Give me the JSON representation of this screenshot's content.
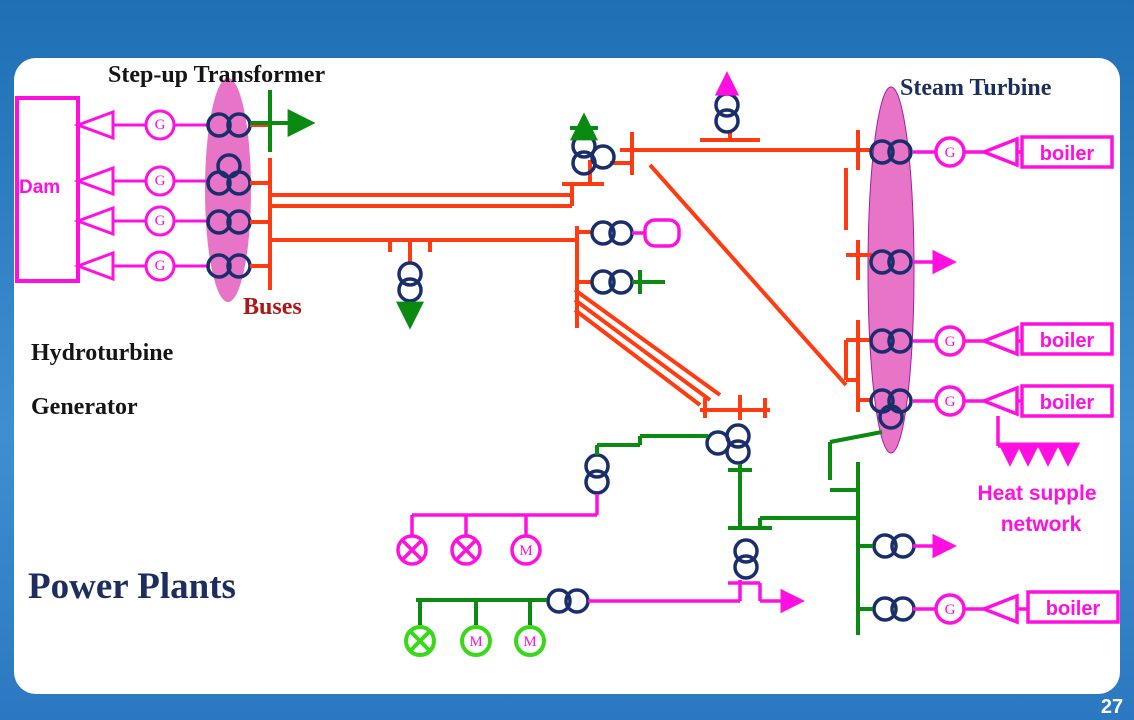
{
  "labels": {
    "step_up_transformer": "Step-up Transformer",
    "steam_turbine": "Steam Turbine",
    "dam": "Dam",
    "buses": "Buses",
    "hydroturbine": "Hydroturbine",
    "generator": "Generator",
    "heat_supply": [
      "Heat supple",
      "network"
    ],
    "title": "Power Plants",
    "page_number": "27",
    "boiler": "boiler",
    "generator_symbol": "G",
    "motor_symbol": "M"
  },
  "colors": {
    "background": "#2a78c0",
    "hydro": "#ff10e0",
    "bus_red": "#ff3b12",
    "line_green": "#0a8a10",
    "load_green": "#3ad81a",
    "transformer": "#1a2e6c",
    "label_dark": "#151515",
    "label_maroon": "#b01616",
    "heading_blue": "#1c2e5e",
    "oval_fill": "#e874c8"
  },
  "icons": [
    "generator-icon",
    "turbine-icon",
    "boiler-box",
    "transformer-icon",
    "motor-icon",
    "lamp-load-icon",
    "arrow-icon"
  ]
}
